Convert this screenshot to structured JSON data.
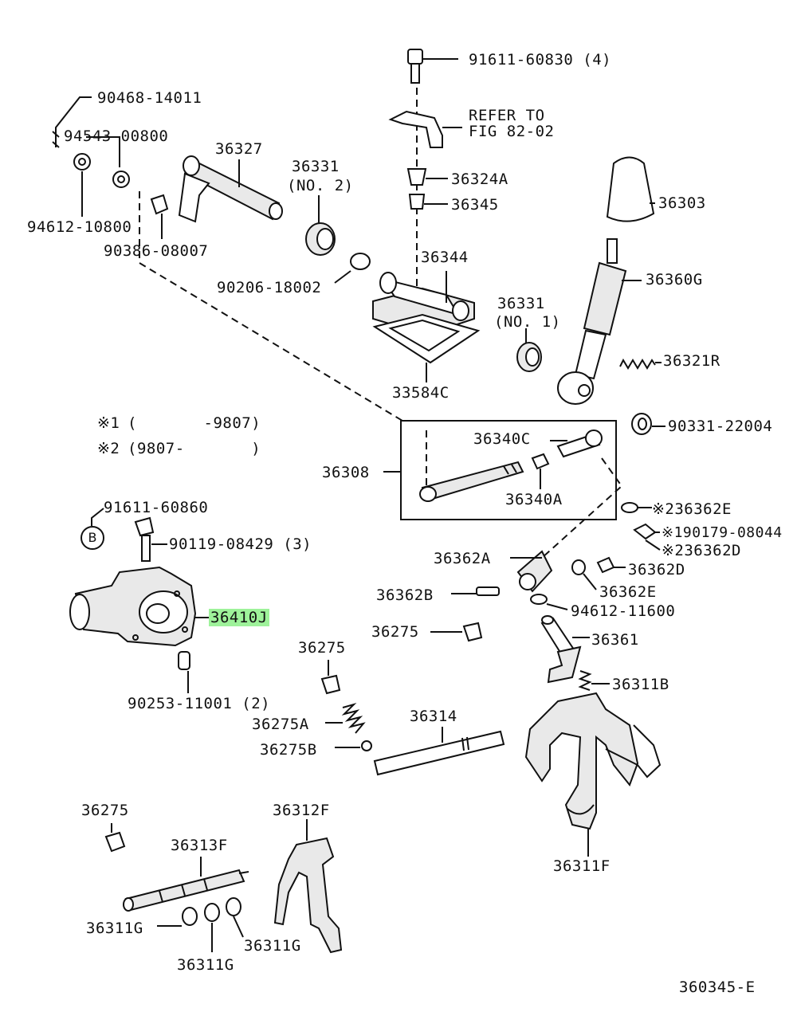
{
  "diagram": {
    "drawing_code": "360345-E",
    "legend": {
      "note1_mark": "※1",
      "note1_range": "(       -9807)",
      "note2_mark": "※2",
      "note2_range": "(9807-       )"
    },
    "circle_b": "B",
    "parts": [
      {
        "id": "p-9161160830",
        "text": "91611-60830 (4)",
        "highlight": false
      },
      {
        "id": "p-refer",
        "text": "REFER TO",
        "highlight": false
      },
      {
        "id": "p-refer2",
        "text": "FIG 82-02",
        "highlight": false
      },
      {
        "id": "p-9046814011",
        "text": "90468-14011",
        "highlight": false
      },
      {
        "id": "p-9454300800",
        "text": "94543-00800",
        "highlight": false
      },
      {
        "id": "p-36327",
        "text": "36327",
        "highlight": false
      },
      {
        "id": "p-36331a",
        "text": "36331",
        "highlight": false
      },
      {
        "id": "p-36331a-no",
        "text": "(NO. 2)",
        "highlight": false
      },
      {
        "id": "p-36324a",
        "text": "36324A",
        "highlight": false
      },
      {
        "id": "p-36345",
        "text": "36345",
        "highlight": false
      },
      {
        "id": "p-36303",
        "text": "36303",
        "highlight": false
      },
      {
        "id": "p-9461210800",
        "text": "94612-10800",
        "highlight": false
      },
      {
        "id": "p-9038608007",
        "text": "90386-08007",
        "highlight": false
      },
      {
        "id": "p-36344",
        "text": "36344",
        "highlight": false
      },
      {
        "id": "p-36360g",
        "text": "36360G",
        "highlight": false
      },
      {
        "id": "p-9020618002",
        "text": "90206-18002",
        "highlight": false
      },
      {
        "id": "p-36331b",
        "text": "36331",
        "highlight": false
      },
      {
        "id": "p-36331b-no",
        "text": "(NO. 1)",
        "highlight": false
      },
      {
        "id": "p-36321r",
        "text": "36321R",
        "highlight": false
      },
      {
        "id": "p-33584c",
        "text": "33584C",
        "highlight": false
      },
      {
        "id": "p-9033122004",
        "text": "90331-22004",
        "highlight": false
      },
      {
        "id": "p-36340c",
        "text": "36340C",
        "highlight": false
      },
      {
        "id": "p-36308",
        "text": "36308",
        "highlight": false
      },
      {
        "id": "p-36340a",
        "text": "36340A",
        "highlight": false
      },
      {
        "id": "p-9161160860",
        "text": "91611-60860",
        "highlight": false
      },
      {
        "id": "p-236362e",
        "text": "※236362E",
        "highlight": false
      },
      {
        "id": "p-9011908429",
        "text": "90119-08429 (3)",
        "highlight": false
      },
      {
        "id": "p-190179",
        "text": "※190179-08044",
        "highlight": false
      },
      {
        "id": "p-236362d",
        "text": "※236362D",
        "highlight": false
      },
      {
        "id": "p-36362a",
        "text": "36362A",
        "highlight": false
      },
      {
        "id": "p-36362d",
        "text": "36362D",
        "highlight": false
      },
      {
        "id": "p-36362b",
        "text": "36362B",
        "highlight": false
      },
      {
        "id": "p-36362e",
        "text": "36362E",
        "highlight": false
      },
      {
        "id": "p-36410j",
        "text": "36410J",
        "highlight": true
      },
      {
        "id": "p-9461211600",
        "text": "94612-11600",
        "highlight": false
      },
      {
        "id": "p-36275a",
        "text": "36275",
        "highlight": false
      },
      {
        "id": "p-36361",
        "text": "36361",
        "highlight": false
      },
      {
        "id": "p-36275b",
        "text": "36275",
        "highlight": false
      },
      {
        "id": "p-36311b",
        "text": "36311B",
        "highlight": false
      },
      {
        "id": "p-9025311001",
        "text": "90253-11001 (2)",
        "highlight": false
      },
      {
        "id": "p-36314",
        "text": "36314",
        "highlight": false
      },
      {
        "id": "p-36275aa",
        "text": "36275A",
        "highlight": false
      },
      {
        "id": "p-36275bb",
        "text": "36275B",
        "highlight": false
      },
      {
        "id": "p-36275c",
        "text": "36275",
        "highlight": false
      },
      {
        "id": "p-36312f",
        "text": "36312F",
        "highlight": false
      },
      {
        "id": "p-36313f",
        "text": "36313F",
        "highlight": false
      },
      {
        "id": "p-36311f",
        "text": "36311F",
        "highlight": false
      },
      {
        "id": "p-36311g1",
        "text": "36311G",
        "highlight": false
      },
      {
        "id": "p-36311g2",
        "text": "36311G",
        "highlight": false
      },
      {
        "id": "p-36311g3",
        "text": "36311G",
        "highlight": false
      }
    ]
  }
}
